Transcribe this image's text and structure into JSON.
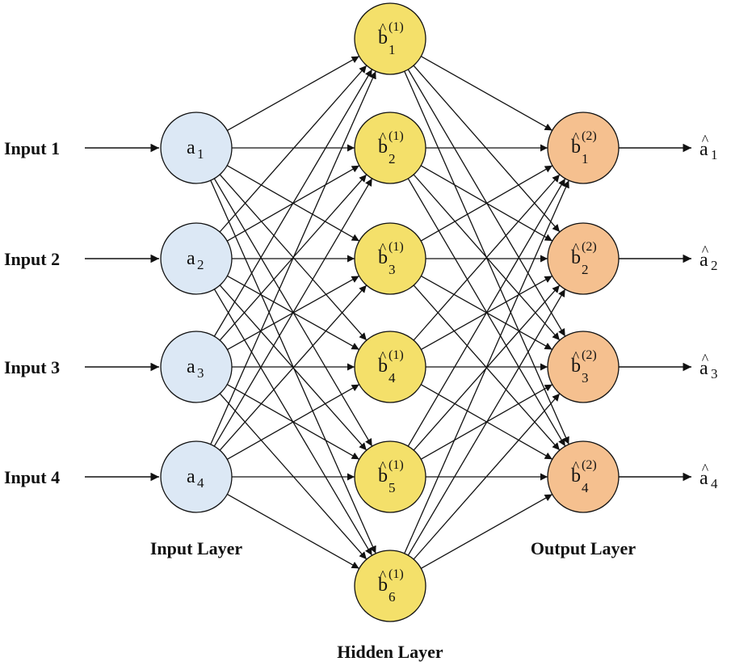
{
  "colors": {
    "input_node": "#dce8f5",
    "hidden_node": "#f4e06a",
    "output_node": "#f5c08f",
    "stroke": "#111111"
  },
  "input_labels": [
    "Input 1",
    "Input 2",
    "Input 3",
    "Input 4"
  ],
  "input_nodes": [
    {
      "letter": "a",
      "sub": "1"
    },
    {
      "letter": "a",
      "sub": "2"
    },
    {
      "letter": "a",
      "sub": "3"
    },
    {
      "letter": "a",
      "sub": "4"
    }
  ],
  "hidden_nodes": [
    {
      "letter": "b",
      "sub": "1",
      "sup": "(1)"
    },
    {
      "letter": "b",
      "sub": "2",
      "sup": "(1)"
    },
    {
      "letter": "b",
      "sub": "3",
      "sup": "(1)"
    },
    {
      "letter": "b",
      "sub": "4",
      "sup": "(1)"
    },
    {
      "letter": "b",
      "sub": "5",
      "sup": "(1)"
    },
    {
      "letter": "b",
      "sub": "6",
      "sup": "(1)"
    }
  ],
  "output_nodes": [
    {
      "letter": "b",
      "sub": "1",
      "sup": "(2)"
    },
    {
      "letter": "b",
      "sub": "2",
      "sup": "(2)"
    },
    {
      "letter": "b",
      "sub": "3",
      "sup": "(2)"
    },
    {
      "letter": "b",
      "sub": "4",
      "sup": "(2)"
    }
  ],
  "output_labels": [
    {
      "letter": "a",
      "sub": "1"
    },
    {
      "letter": "a",
      "sub": "2"
    },
    {
      "letter": "a",
      "sub": "3"
    },
    {
      "letter": "a",
      "sub": "4"
    }
  ],
  "hat_glyph": "^",
  "layer_labels": {
    "input": "Input Layer",
    "hidden": "Hidden Layer",
    "output": "Output Layer"
  }
}
